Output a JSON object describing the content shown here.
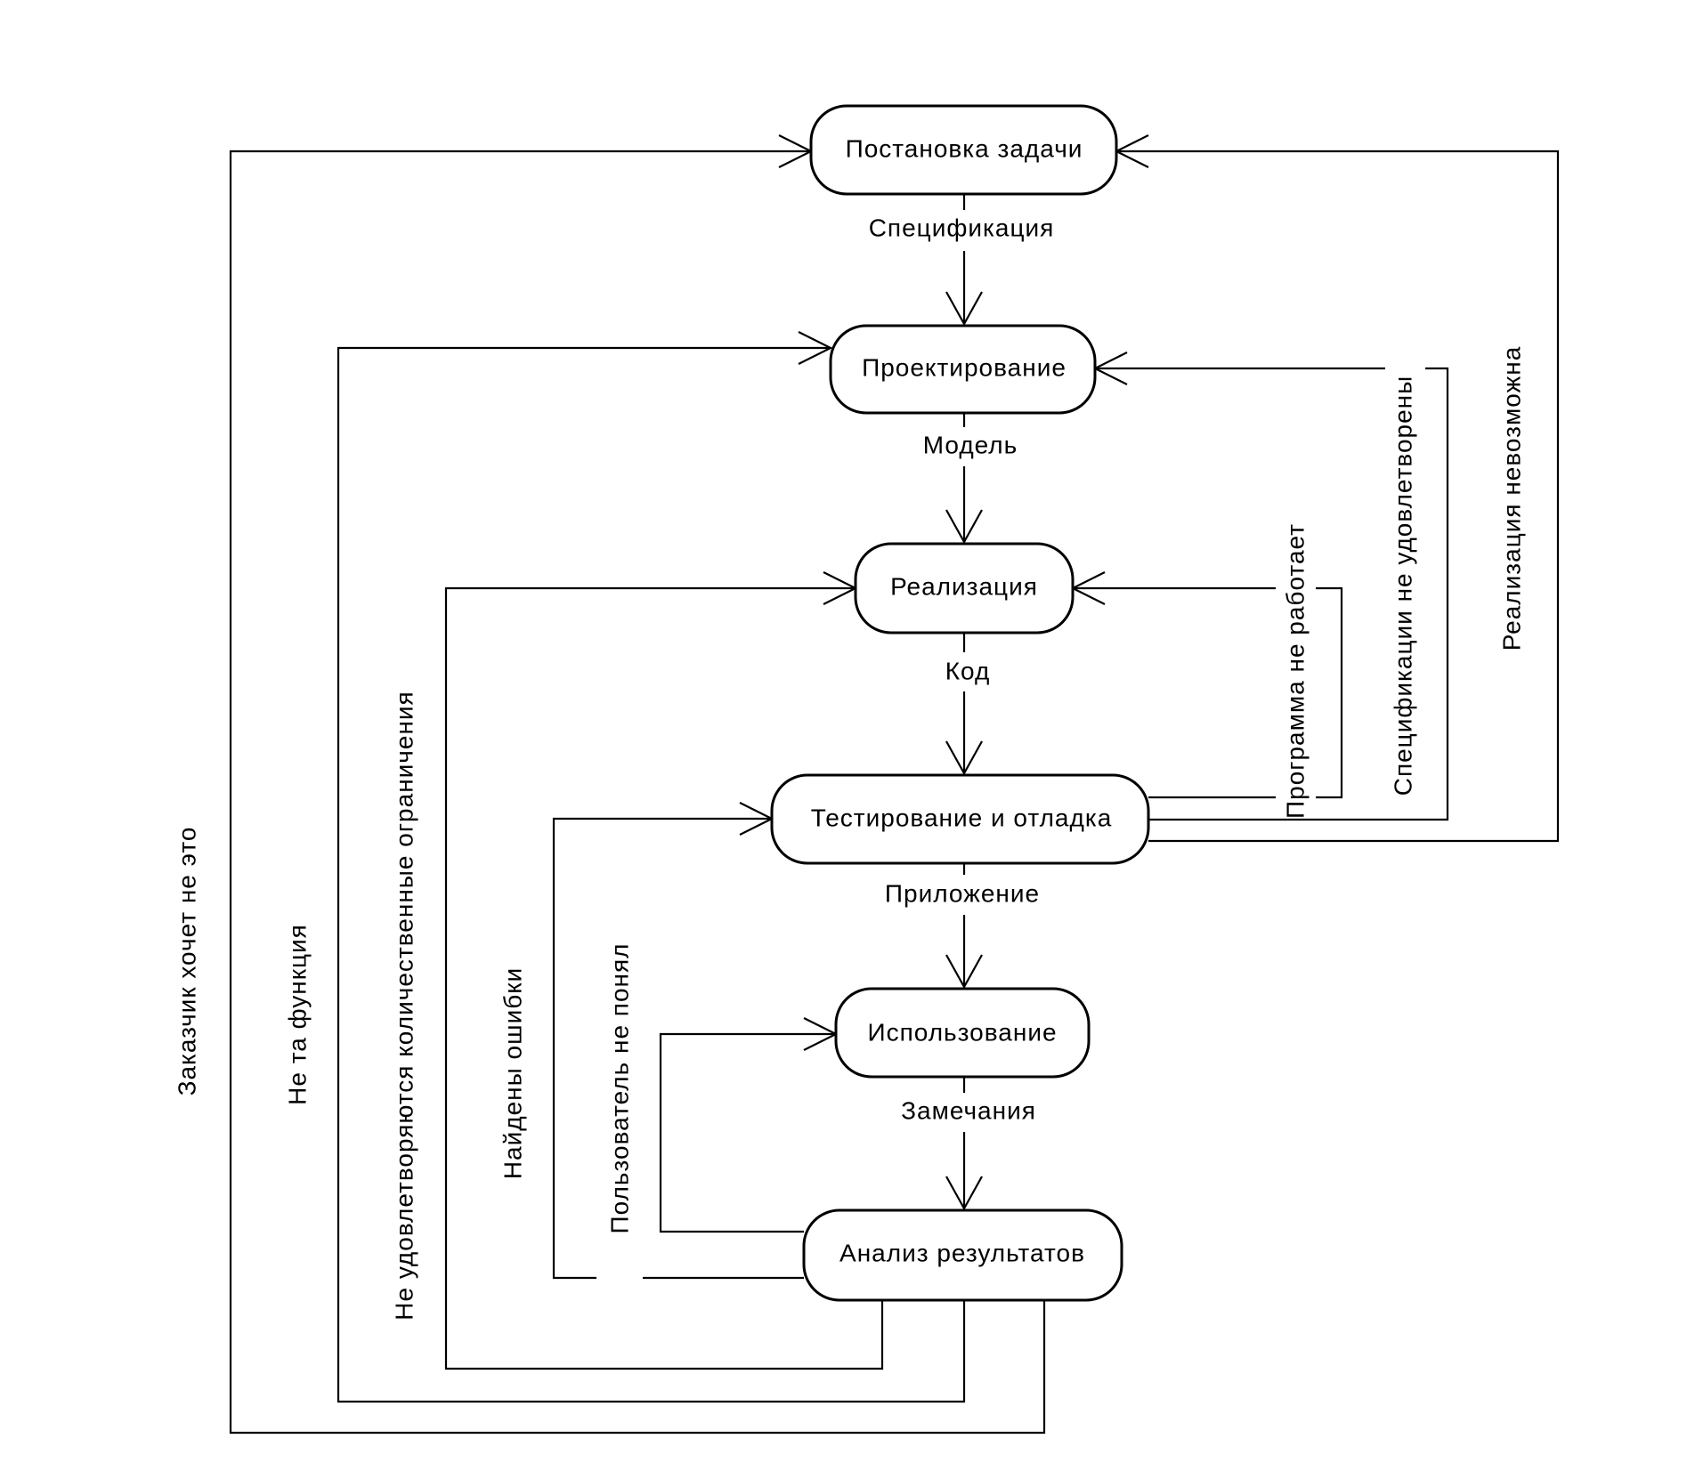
{
  "nodes": {
    "postanovka": "Постановка задачи",
    "proektirovanie": "Проектирование",
    "realizatsiya": "Реализация",
    "testirovanie": "Тестирование и отладка",
    "ispolzovanie": "Использование",
    "analiz": "Анализ результатов"
  },
  "edge_labels": {
    "spetsifikatsiya": "Спецификация",
    "model": "Модель",
    "kod": "Код",
    "prilozhenie": "Приложение",
    "zamechaniya": "Замечания",
    "programma_ne_rabotaet": "Программа не работает",
    "spetsifikatsii_ne_udovletvoreny": "Спецификации не удовлетворены",
    "realizatsiya_nevozmozhna": "Реализация невозможна",
    "zakazchik_khochet_ne_eto": "Заказчик хочет не это",
    "ne_ta_funktsiya": "Не та функция",
    "ne_udovletvoryayutsya_ogranicheniya": "Не удовлетворяются количественные ограничения",
    "naydeny_oshibki": "Найдены ошибки",
    "polzovatel_ne_ponyal": "Пользователь не понял"
  }
}
